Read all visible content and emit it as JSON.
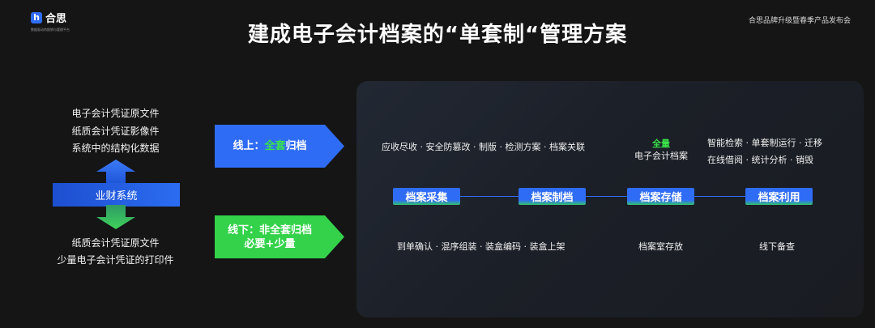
{
  "brand": {
    "name": "合思",
    "tagline": "数据驱动的报销与管理平台"
  },
  "event": "合思品牌升级暨春季产品发布会",
  "title": "建成电子会计档案的“单套制“管理方案",
  "left": {
    "sources_top": [
      "电子会计凭证原文件",
      "纸质会计凭证影像件",
      "系统中的结构化数据"
    ],
    "system": "业财系统",
    "sources_bottom": [
      "纸质会计凭证原文件",
      "少量电子会计凭证的打印件"
    ]
  },
  "online": {
    "prefix": "线上：",
    "highlight": "全套",
    "suffix": "归档"
  },
  "offline": {
    "line1": "线下：非全套归档",
    "line2": "必要+少量"
  },
  "stages": [
    {
      "name": "档案采集",
      "upper": "应收尽收 · 安全防篡改 · 制版 · 检测方案",
      "lower": "到单确认 · 混序组装 · 装盒编码 · 装盒上架"
    },
    {
      "name": "档案制档",
      "upper": " · 档案关联",
      "lower": ""
    },
    {
      "name": "档案存储",
      "upper_highlight": "全量",
      "upper": "电子会计档案",
      "lower": "档案室存放"
    },
    {
      "name": "档案利用",
      "upper_line1": "智能检索 · 单套制运行 · 迁移",
      "upper_line2": "在线借阅 ·  统计分析  · 销毁",
      "lower": "线下备查"
    }
  ],
  "colors": {
    "blue": "#2f6cf6",
    "green": "#33c46b",
    "highlight": "#3be24a"
  }
}
